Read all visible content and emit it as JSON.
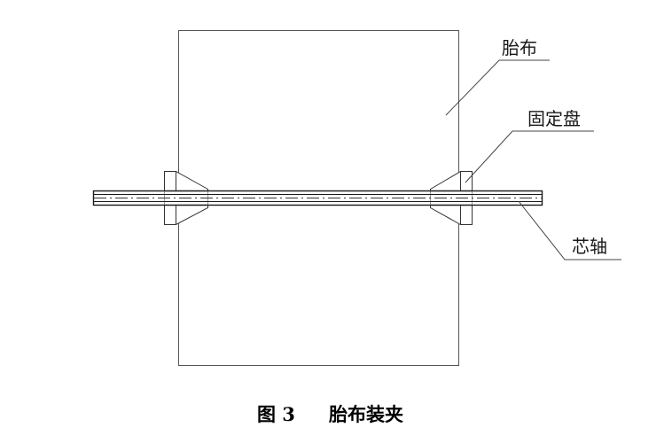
{
  "labels": {
    "fabric": "胎布",
    "fixed_disc": "固定盘",
    "core_shaft": "芯轴"
  },
  "caption": {
    "number": "图 3",
    "title": "胎布装夹"
  }
}
